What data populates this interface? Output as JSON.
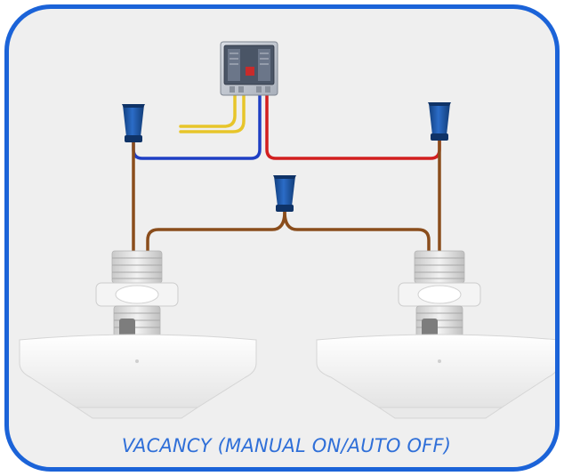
{
  "caption": "VACANCY (MANUAL ON/AUTO OFF)",
  "colors": {
    "frame_border": "#1b63d8",
    "background": "#efefef",
    "caption": "#2f6fd8",
    "wire_low_voltage": "#e7c52a",
    "wire_blue": "#1f3fc4",
    "wire_red": "#d21f1f",
    "wire_brown": "#8a4d1c",
    "wire_nut": "#1d4f9c",
    "sensor_body": "#f7f7f7"
  },
  "components": {
    "power_pack": "power-pack",
    "wire_nuts": [
      "wire-nut-left",
      "wire-nut-center",
      "wire-nut-right"
    ],
    "sensors": [
      "ceiling-sensor-left",
      "ceiling-sensor-right"
    ]
  }
}
